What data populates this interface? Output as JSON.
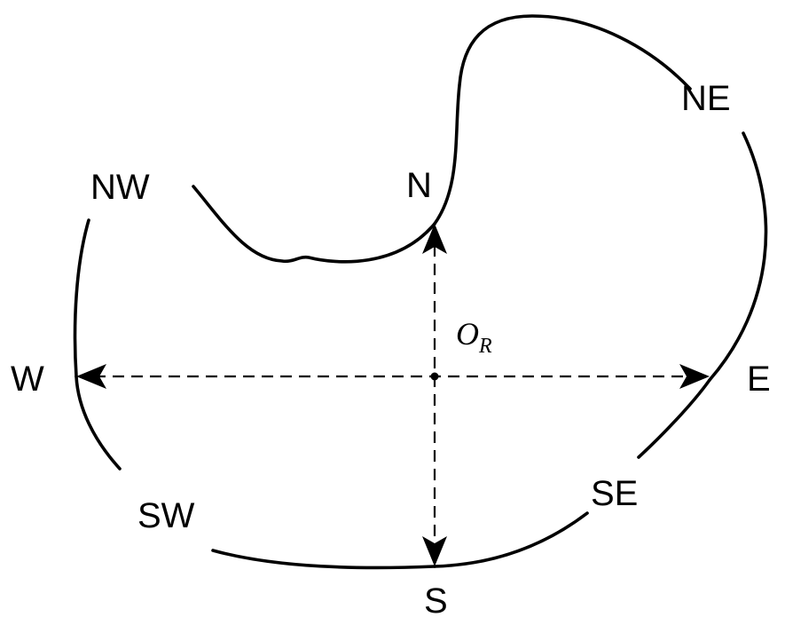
{
  "labels": {
    "n": "N",
    "ne": "NE",
    "e": "E",
    "se": "SE",
    "s": "S",
    "sw": "SW",
    "w": "W",
    "nw": "NW"
  },
  "origin": {
    "symbol": "O",
    "subscript": "R"
  },
  "colors": {
    "stroke": "#000000",
    "background": "#ffffff"
  }
}
